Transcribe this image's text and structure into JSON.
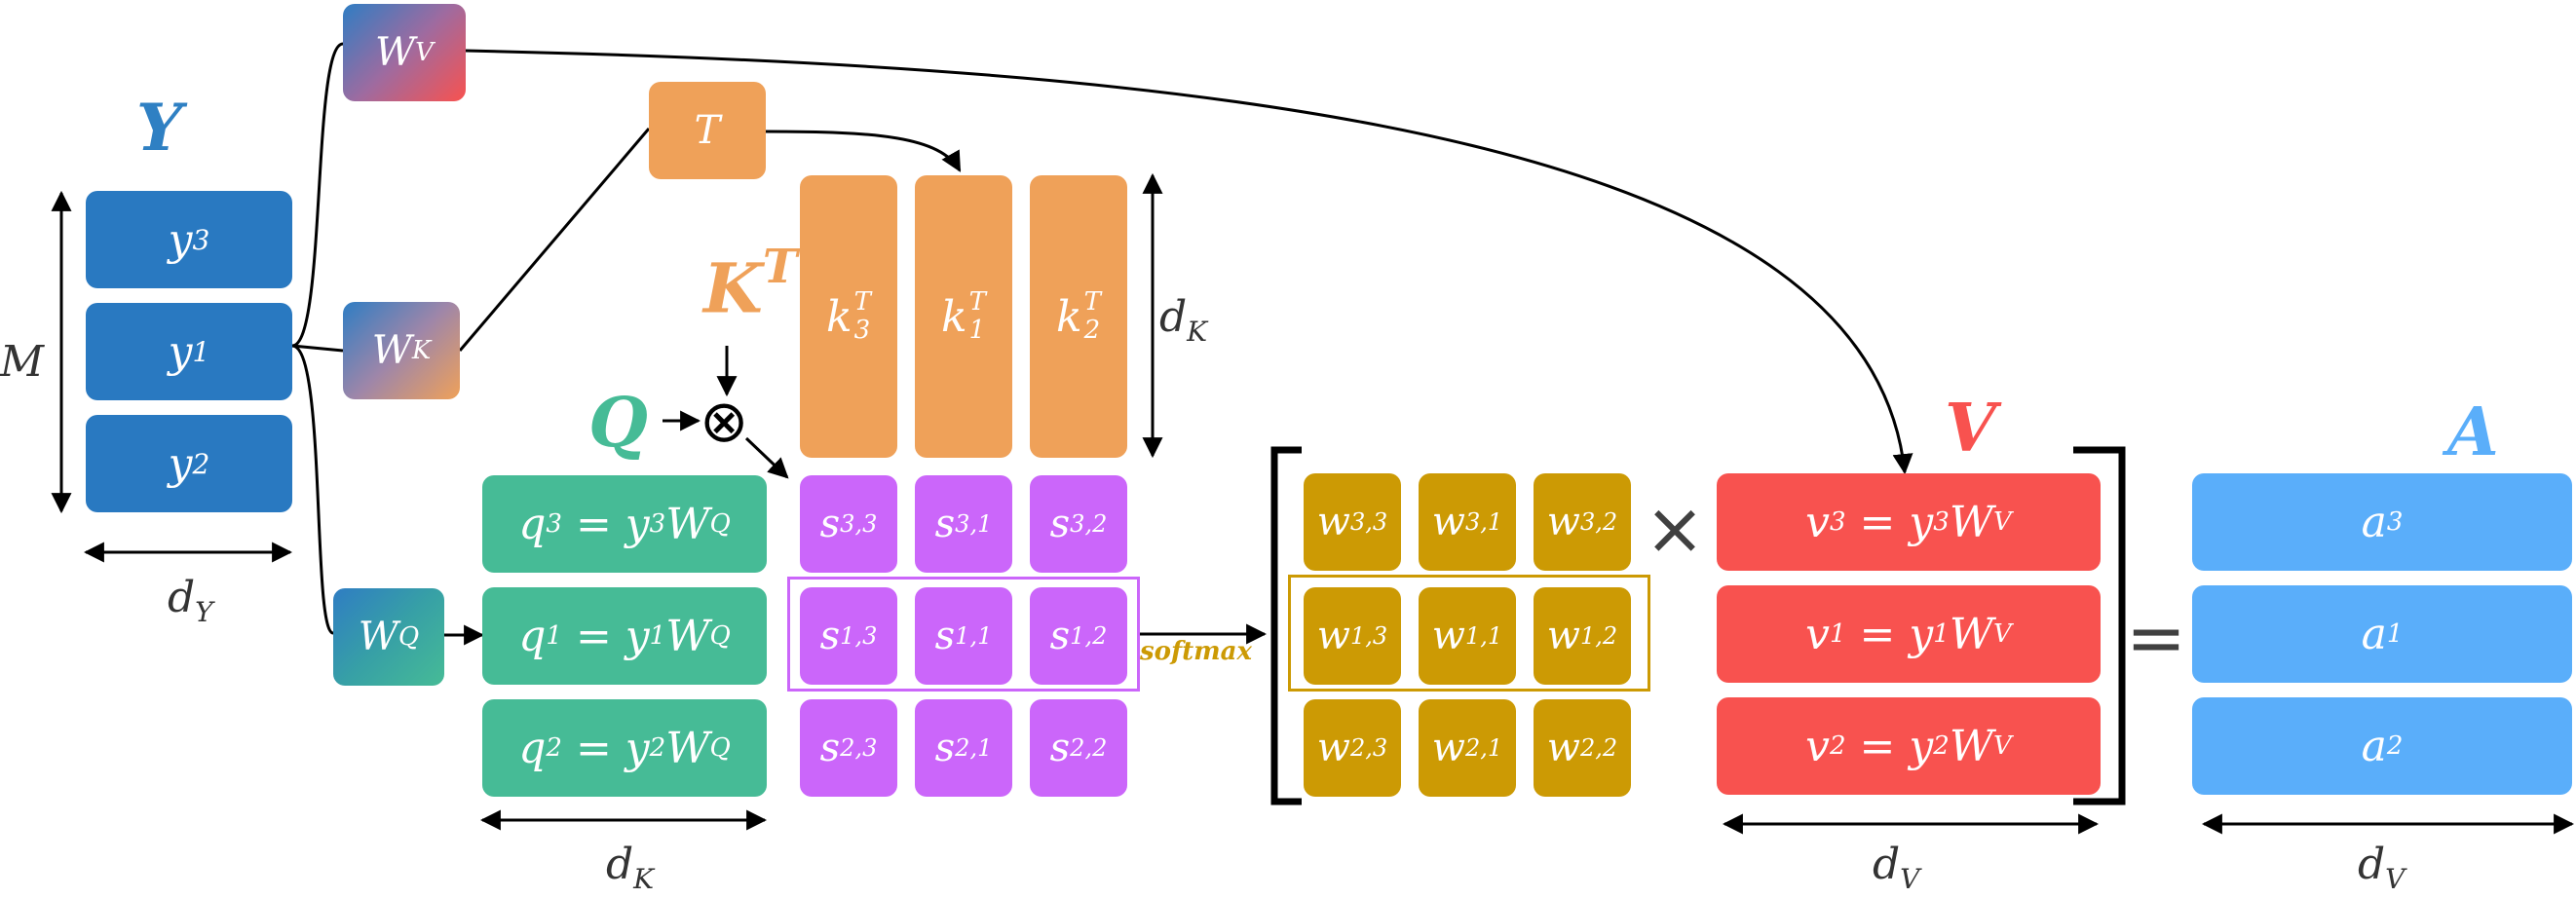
{
  "labels": {
    "Y": "Y",
    "KT_base": "K",
    "KT_sup": "T",
    "Q": "Q",
    "V": "V",
    "A": "A",
    "M": "M",
    "dY_base": "d",
    "dY_sub": "Y",
    "dK_base": "d",
    "dK_sub": "K",
    "dV_base": "d",
    "dV_sub": "V",
    "softmax": "softmax",
    "times": "×",
    "equals": "=",
    "otimes": "⊗"
  },
  "weights": {
    "WV": {
      "base": "W",
      "sub": "V"
    },
    "WK": {
      "base": "W",
      "sub": "K"
    },
    "WQ": {
      "base": "W",
      "sub": "Q"
    },
    "T": "T"
  },
  "y_rows": [
    {
      "base": "y",
      "sub": "3"
    },
    {
      "base": "y",
      "sub": "1"
    },
    {
      "base": "y",
      "sub": "2"
    }
  ],
  "k_cols": [
    {
      "base": "k",
      "sub": "3",
      "sup": "T"
    },
    {
      "base": "k",
      "sub": "1",
      "sup": "T"
    },
    {
      "base": "k",
      "sub": "2",
      "sup": "T"
    }
  ],
  "q_rows": [
    {
      "q": "q",
      "qsub": "3",
      "eq": " = ",
      "y": "y",
      "ysub": "3",
      "w": "W",
      "wsub": "Q"
    },
    {
      "q": "q",
      "qsub": "1",
      "eq": " = ",
      "y": "y",
      "ysub": "1",
      "w": "W",
      "wsub": "Q"
    },
    {
      "q": "q",
      "qsub": "2",
      "eq": " = ",
      "y": "y",
      "ysub": "2",
      "w": "W",
      "wsub": "Q"
    }
  ],
  "s_grid": [
    [
      {
        "base": "s",
        "sub": "3,3"
      },
      {
        "base": "s",
        "sub": "3,1"
      },
      {
        "base": "s",
        "sub": "3,2"
      }
    ],
    [
      {
        "base": "s",
        "sub": "1,3"
      },
      {
        "base": "s",
        "sub": "1,1"
      },
      {
        "base": "s",
        "sub": "1,2"
      }
    ],
    [
      {
        "base": "s",
        "sub": "2,3"
      },
      {
        "base": "s",
        "sub": "2,1"
      },
      {
        "base": "s",
        "sub": "2,2"
      }
    ]
  ],
  "w_grid": [
    [
      {
        "base": "w",
        "sub": "3,3"
      },
      {
        "base": "w",
        "sub": "3,1"
      },
      {
        "base": "w",
        "sub": "3,2"
      }
    ],
    [
      {
        "base": "w",
        "sub": "1,3"
      },
      {
        "base": "w",
        "sub": "1,1"
      },
      {
        "base": "w",
        "sub": "1,2"
      }
    ],
    [
      {
        "base": "w",
        "sub": "2,3"
      },
      {
        "base": "w",
        "sub": "2,1"
      },
      {
        "base": "w",
        "sub": "2,2"
      }
    ]
  ],
  "v_rows": [
    {
      "v": "v",
      "vsub": "3",
      "eq": " = ",
      "y": "y",
      "ysub": "3",
      "w": "W",
      "wsub": "V"
    },
    {
      "v": "v",
      "vsub": "1",
      "eq": " = ",
      "y": "y",
      "ysub": "1",
      "w": "W",
      "wsub": "V"
    },
    {
      "v": "v",
      "vsub": "2",
      "eq": " = ",
      "y": "y",
      "ysub": "2",
      "w": "W",
      "wsub": "V"
    }
  ],
  "a_rows": [
    {
      "base": "a",
      "sub": "3"
    },
    {
      "base": "a",
      "sub": "1"
    },
    {
      "base": "a",
      "sub": "2"
    }
  ],
  "colors": {
    "y": "#2979C1",
    "q": "#46BB96",
    "k": "#EFA159",
    "s": "#CB66FA",
    "w": "#CC9A04",
    "v": "#F8524F",
    "a": "#5AAEFA",
    "label_Y": "#2F80C3",
    "label_K": "#EFA159",
    "label_Q": "#46BB96",
    "label_V": "#F8524F",
    "label_A": "#5AAEFA",
    "softmax": "#CC9A04",
    "highlight_s": "#CB66FA",
    "highlight_w": "#CC9A04"
  }
}
